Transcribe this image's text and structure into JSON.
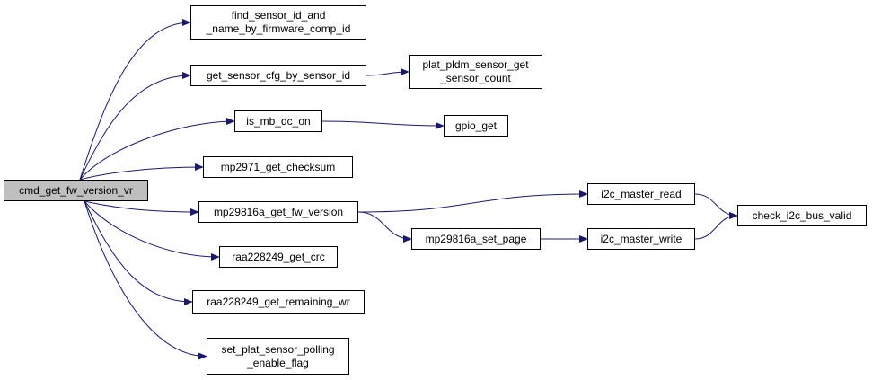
{
  "colors": {
    "edge": "#191970",
    "root_fill": "#bfbfbf",
    "node_fill": "#ffffff",
    "border": "#000000"
  },
  "nodes": {
    "cmd_get_fw_version_vr": {
      "lines": [
        "cmd_get_fw_version_vr"
      ]
    },
    "find_sensor": {
      "lines": [
        "find_sensor_id_and",
        "_name_by_firmware_comp_id"
      ]
    },
    "get_sensor_cfg": {
      "lines": [
        "get_sensor_cfg_by_sensor_id"
      ]
    },
    "plat_pldm": {
      "lines": [
        "plat_pldm_sensor_get",
        "_sensor_count"
      ]
    },
    "is_mb_dc_on": {
      "lines": [
        "is_mb_dc_on"
      ]
    },
    "gpio_get": {
      "lines": [
        "gpio_get"
      ]
    },
    "mp2971": {
      "lines": [
        "mp2971_get_checksum"
      ]
    },
    "mp29816a_fw": {
      "lines": [
        "mp29816a_get_fw_version"
      ]
    },
    "i2c_read": {
      "lines": [
        "i2c_master_read"
      ]
    },
    "check_bus": {
      "lines": [
        "check_i2c_bus_valid"
      ]
    },
    "mp29816a_page": {
      "lines": [
        "mp29816a_set_page"
      ]
    },
    "i2c_write": {
      "lines": [
        "i2c_master_write"
      ]
    },
    "raa_crc": {
      "lines": [
        "raa228249_get_crc"
      ]
    },
    "raa_wr": {
      "lines": [
        "raa228249_get_remaining_wr"
      ]
    },
    "set_polling": {
      "lines": [
        "set_plat_sensor_polling",
        "_enable_flag"
      ]
    }
  },
  "edges": [
    [
      "cmd_get_fw_version_vr",
      "find_sensor"
    ],
    [
      "cmd_get_fw_version_vr",
      "get_sensor_cfg"
    ],
    [
      "cmd_get_fw_version_vr",
      "is_mb_dc_on"
    ],
    [
      "cmd_get_fw_version_vr",
      "mp2971"
    ],
    [
      "cmd_get_fw_version_vr",
      "mp29816a_fw"
    ],
    [
      "cmd_get_fw_version_vr",
      "raa_crc"
    ],
    [
      "cmd_get_fw_version_vr",
      "raa_wr"
    ],
    [
      "cmd_get_fw_version_vr",
      "set_polling"
    ],
    [
      "get_sensor_cfg",
      "plat_pldm"
    ],
    [
      "is_mb_dc_on",
      "gpio_get"
    ],
    [
      "mp29816a_fw",
      "i2c_read"
    ],
    [
      "mp29816a_fw",
      "mp29816a_page"
    ],
    [
      "mp29816a_page",
      "i2c_write"
    ],
    [
      "i2c_read",
      "check_bus"
    ],
    [
      "i2c_write",
      "check_bus"
    ]
  ]
}
